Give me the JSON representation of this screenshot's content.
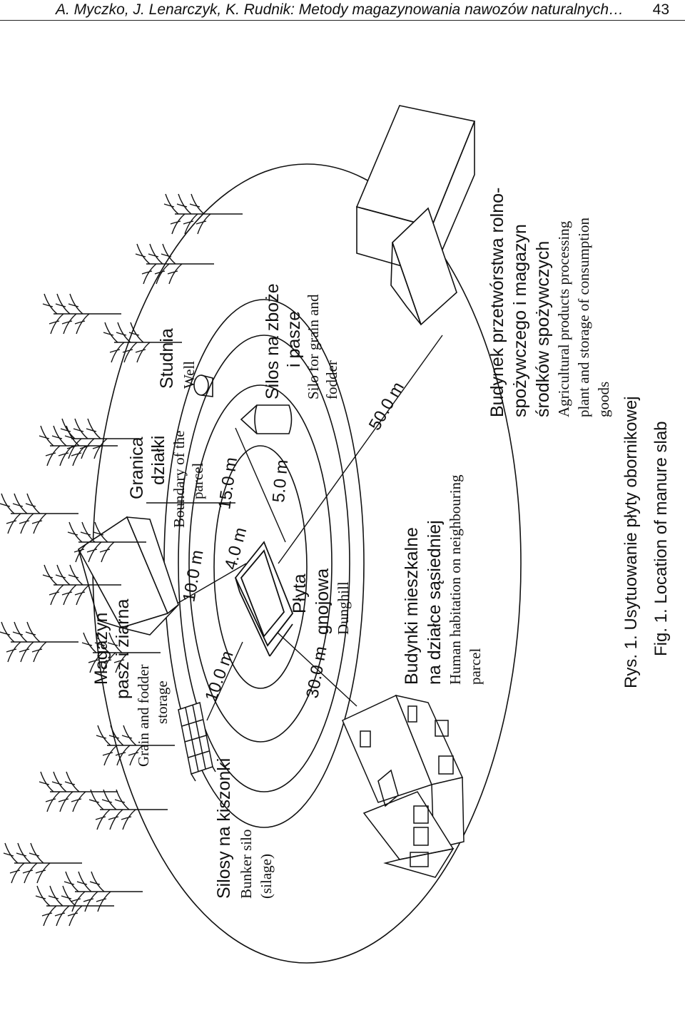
{
  "header": {
    "title": "A. Myczko, J. Lenarczyk, K. Rudnik: Metody magazynowania nawozów naturalnych…",
    "page_number": "43"
  },
  "labels": {
    "magazyn_pl_1": "Magazyn",
    "magazyn_pl_2": "pasz i ziarna",
    "magazyn_en_1": "Grain and fodder",
    "magazyn_en_2": "storage",
    "granica_pl_1": "Granica",
    "granica_pl_2": "działki",
    "granica_en_1": "Boundary of the",
    "granica_en_2": "parcel",
    "studnia_pl": "Studnia",
    "studnia_en": "Well",
    "silos_zboze_pl_1": "Silos na zboże",
    "silos_zboze_pl_2": "i pasze",
    "silos_zboze_en_1": "Silo for grain and",
    "silos_zboze_en_2": "fodder",
    "budynek_pl_1": "Budynek przetwórstwa rolno-",
    "budynek_pl_2": "spożywczego i magazyn",
    "budynek_pl_3": "środków spożywczych",
    "budynek_en_1": "Agricultural products processing",
    "budynek_en_2": "plant and storage of consumption",
    "budynek_en_3": "goods",
    "plyta_pl_1": "Płyta",
    "plyta_pl_2": "gnojowa",
    "plyta_en": "Dunghill",
    "budynki_pl_1": "Budynki mieszkalne",
    "budynki_pl_2": "na działce sąsiedniej",
    "budynki_en_1": "Human habitation on neighbouring",
    "budynki_en_2": "parcel",
    "silosy_pl": "Silosy na kiszonki",
    "silosy_en_1": "Bunker silo",
    "silosy_en_2": "(silage)"
  },
  "distances": {
    "d_10_storage": "10.0 m",
    "d_4": "4.0 m",
    "d_15": "15.0 m",
    "d_5": "5.0 m",
    "d_50": "50.0 m",
    "d_10_bunker": "10.0 m",
    "d_30": "30.0 m"
  },
  "caption": {
    "pl": "Rys. 1. Usytuowanie płyty obornikowej",
    "en": "Fig. 1. Location of manure slab"
  }
}
